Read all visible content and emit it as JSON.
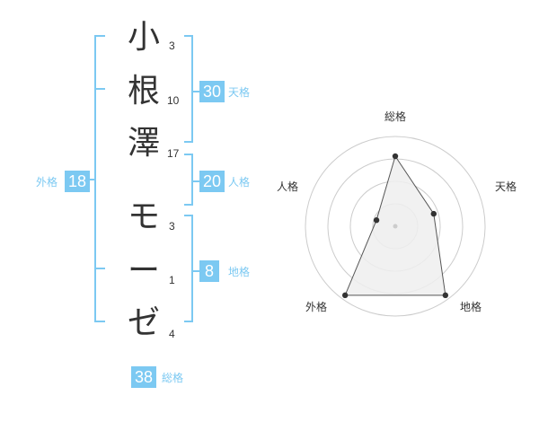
{
  "name_chars": [
    {
      "char": "小",
      "strokes": "3"
    },
    {
      "char": "根",
      "strokes": "10"
    },
    {
      "char": "澤",
      "strokes": "17"
    },
    {
      "char": "モ",
      "strokes": "3"
    },
    {
      "char": "ー",
      "strokes": "1"
    },
    {
      "char": "ゼ",
      "strokes": "4"
    }
  ],
  "fortunes": {
    "tenkaku": {
      "value": "30",
      "label": "天格"
    },
    "jinkaku": {
      "value": "20",
      "label": "人格"
    },
    "chikaku": {
      "value": "8",
      "label": "地格"
    },
    "gaikaku": {
      "value": "18",
      "label": "外格"
    },
    "soukaku": {
      "value": "38",
      "label": "総格"
    }
  },
  "colors": {
    "accent": "#7cc9f2",
    "text": "#333333",
    "grid": "#cccccc",
    "fill": "#efefef"
  },
  "radar": {
    "labels": [
      "総格",
      "天格",
      "地格",
      "外格",
      "人格"
    ],
    "values": [
      0.78,
      0.45,
      0.95,
      0.95,
      0.22
    ],
    "rings": 4
  }
}
